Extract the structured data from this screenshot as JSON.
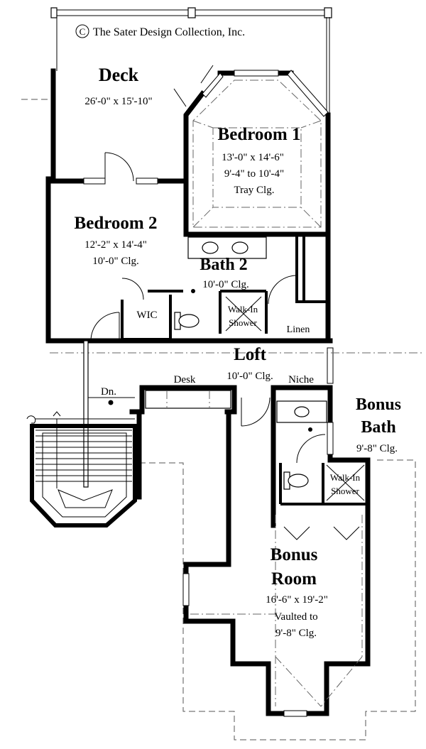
{
  "copyright": {
    "symbol": "C",
    "text": "The Sater Design Collection, Inc."
  },
  "rooms": {
    "deck": {
      "name": "Deck",
      "dims": "26'-0\" x 15'-10\""
    },
    "bedroom1": {
      "name": "Bedroom 1",
      "dims": "13'-0\" x 14'-6\"",
      "ceiling": "9'-4\" to 10'-4\"",
      "ceiling2": "Tray Clg."
    },
    "bedroom2": {
      "name": "Bedroom 2",
      "dims": "12'-2\" x 14'-4\"",
      "ceiling": "10'-0\" Clg."
    },
    "bath2": {
      "name": "Bath 2",
      "ceiling": "10'-0\" Clg."
    },
    "wic": {
      "name": "WIC"
    },
    "walkin_shower1": {
      "line1": "Walk-In",
      "line2": "Shower"
    },
    "linen": {
      "name": "Linen"
    },
    "loft": {
      "name": "Loft",
      "ceiling": "10'-0\" Clg."
    },
    "desk": {
      "name": "Desk"
    },
    "niche": {
      "name": "Niche"
    },
    "down": {
      "name": "Dn."
    },
    "bonus_bath": {
      "line1": "Bonus",
      "line2": "Bath",
      "ceiling": "9'-8\" Clg."
    },
    "walkin_shower2": {
      "line1": "Walk-In",
      "line2": "Shower"
    },
    "bonus_room": {
      "line1": "Bonus",
      "line2": "Room",
      "dims": "16'-6\" x 19'-2\"",
      "ceiling": "Vaulted to",
      "ceiling2": "9'-8\" Clg."
    }
  }
}
